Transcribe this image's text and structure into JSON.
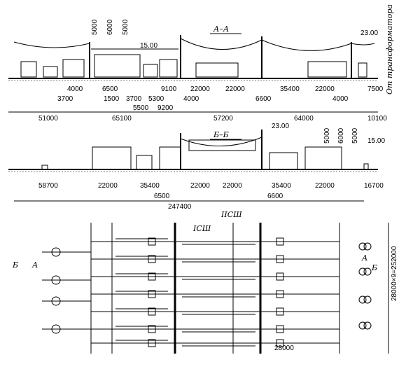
{
  "sections": {
    "aa": {
      "title": "А–А",
      "side_note": "От трансформатора",
      "heights": [
        "5000",
        "6000",
        "5000",
        "15.00",
        "23.00"
      ],
      "dims_row1": [
        "4000",
        "6500",
        "9100",
        "22000",
        "22000",
        "35400",
        "22000",
        "7500"
      ],
      "dims_row2": [
        "3700",
        "1500",
        "3700",
        "5300",
        "4000",
        "6600",
        "4000"
      ],
      "dims_row3": [
        "5500",
        "9200"
      ],
      "dims_total": [
        "51000",
        "65100",
        "57200",
        "64000",
        "10100"
      ]
    },
    "bb": {
      "title": "Б–Б",
      "heights": [
        "23.00",
        "5000",
        "6000",
        "5000",
        "15.00"
      ],
      "dims_row1": [
        "58700",
        "22000",
        "35400",
        "22000",
        "22000",
        "35400",
        "22000",
        "16700"
      ],
      "dims_row2": [
        "6500",
        "6600"
      ],
      "dims_total": [
        "247400"
      ]
    }
  },
  "plan": {
    "bus1": "IСШ",
    "bus2": "IIСШ",
    "cut_a": "А",
    "cut_b": "Б",
    "vertical_dim": "28000×9=252000",
    "step_dim": "28000"
  }
}
